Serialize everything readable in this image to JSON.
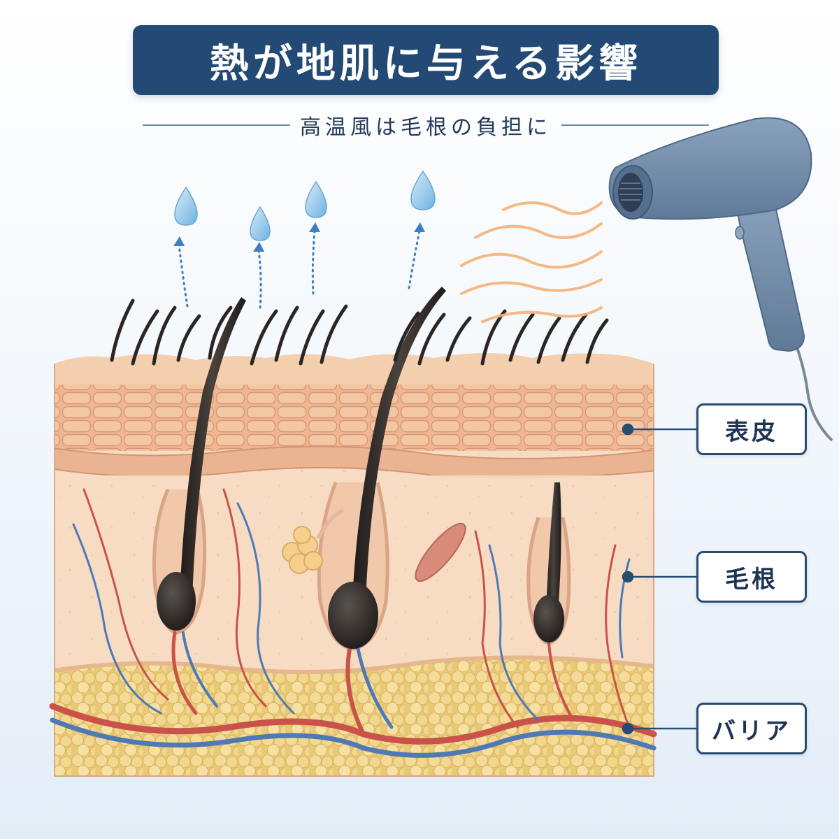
{
  "title": "熱が地肌に与える影響",
  "subtitle": "高温風は毛根の負担に",
  "labels": {
    "epidermis": "表皮",
    "hair_root": "毛根",
    "barrier": "バリア"
  },
  "colors": {
    "banner": "#224a74",
    "label_border": "#274c72",
    "skin_surface": "#f3cfae",
    "epidermis": "#eeb58f",
    "dermis": "#f7dcc3",
    "fat": "#efd488",
    "artery": "#c9534a",
    "vein": "#4f79b5",
    "hair": "#2b2624",
    "heat_waves": "#f5b27a",
    "dryer": "#6f8aa8",
    "water_drop": "#8cc4ea"
  },
  "icons": [
    "hair-dryer-icon",
    "water-drop-icon",
    "heat-wave-icon"
  ]
}
